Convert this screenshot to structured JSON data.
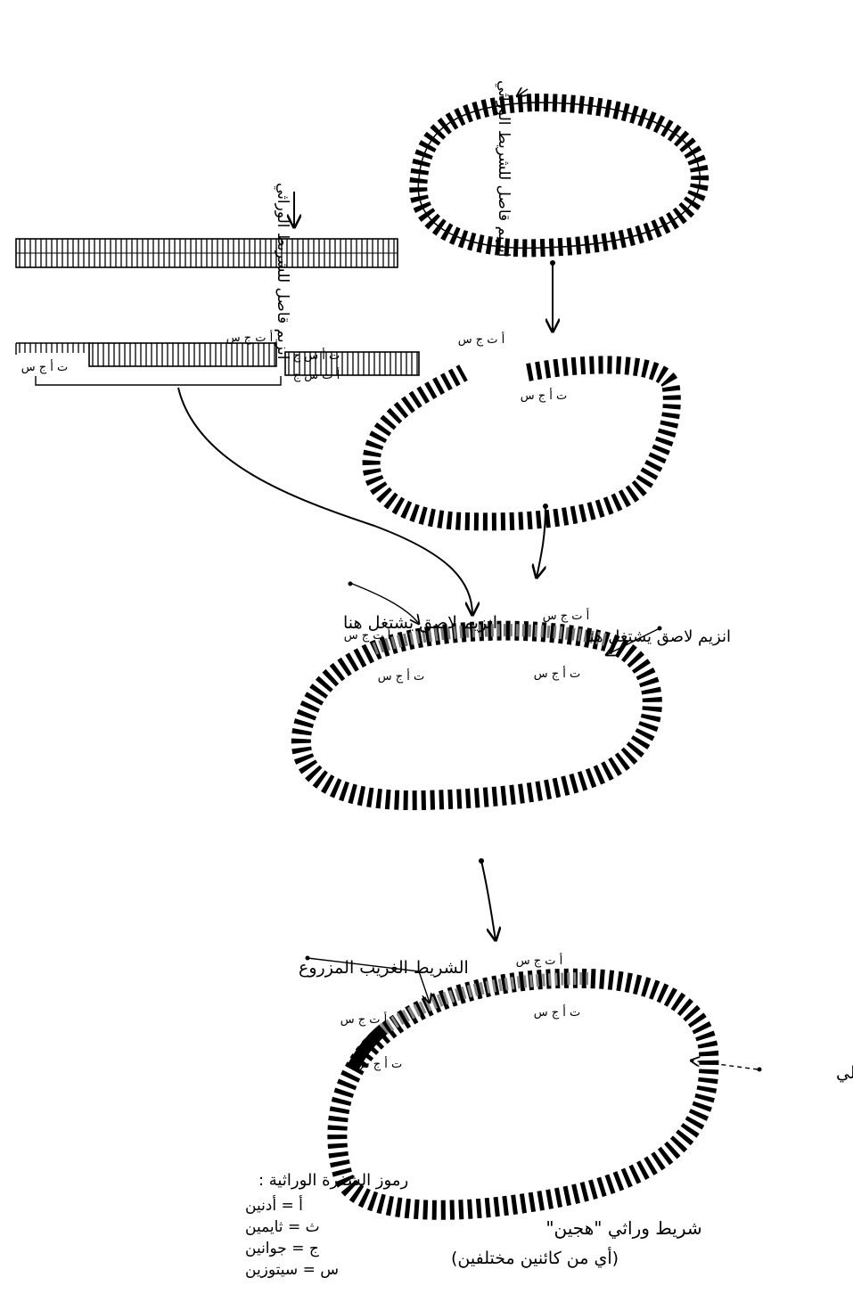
{
  "labels": {
    "enzyme_cut_top": "انزيم قاصل للشريط الوراثي",
    "enzyme_cut_left": "انزيم قاصل للشريط الوراثي",
    "enzyme_ligase_left": "انزيم لاصق يشتغل هنا",
    "enzyme_ligase_right": "انزيم لاصق يشتغل هنا",
    "foreign_strand": "الشريط الغريب المزروع",
    "original_strand": "الشريط الأصلي",
    "hybrid_line1": "شريط وراثي \"هجين\"",
    "hybrid_line2": "(أي من كائنين مختلفين)"
  },
  "sticky_ends": {
    "left_fragment_top": "أ ت ج س",
    "left_fragment_bottom": "ت أ ج س",
    "right_fragment_top": "ت أ س ج",
    "right_fragment_bottom": "أ ت س ج",
    "plasmid_cut_a": "أ ت ج س",
    "plasmid_cut_b": "ت أ ج س",
    "join_left_top": "أ ت ج س",
    "join_left_bottom": "ت أ ج س",
    "join_right_top": "أ ت ج س",
    "join_right_bottom": "ت أ ج س",
    "final_top_right": "أ ت ج س",
    "final_right_lower": "ت أ ج س",
    "final_left_top": "أ ت ج س",
    "final_left_lower": "ت أ ج س"
  },
  "legend": {
    "title": "رموز الشفرة الوراثية :",
    "items": [
      "أ = أدنين",
      "ث = ثايمين",
      "ج = جوانين",
      "س = سيتوزين"
    ]
  }
}
